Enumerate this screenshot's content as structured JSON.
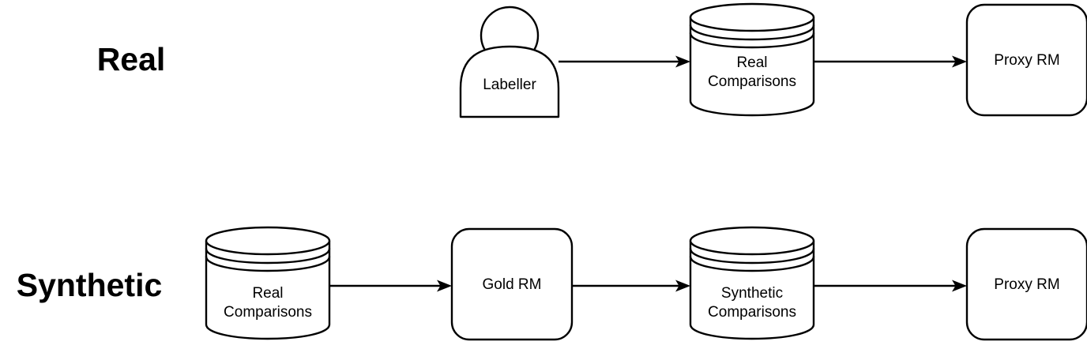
{
  "diagram": {
    "title_rows": [
      {
        "id": "row-real",
        "label": "Real"
      },
      {
        "id": "row-synthetic",
        "label": "Synthetic"
      }
    ],
    "colors": {
      "stroke": "#000000",
      "fill": "#ffffff",
      "background": "#ffffff"
    },
    "rows": {
      "real": {
        "label": "Real",
        "nodes": [
          {
            "id": "labeller",
            "type": "actor",
            "label": "Labeller"
          },
          {
            "id": "real-comparisons-top",
            "type": "cylinder",
            "label_line1": "Real",
            "label_line2": "Comparisons"
          },
          {
            "id": "proxy-rm-top",
            "type": "rounded-box",
            "label": "Proxy RM"
          }
        ],
        "edges": [
          {
            "id": "edge-labeller-to-real-comparisons",
            "from": "labeller",
            "to": "real-comparisons-top"
          },
          {
            "id": "edge-real-comparisons-to-proxy-rm",
            "from": "real-comparisons-top",
            "to": "proxy-rm-top"
          }
        ]
      },
      "synthetic": {
        "label": "Synthetic",
        "nodes": [
          {
            "id": "real-comparisons-bottom",
            "type": "cylinder",
            "label_line1": "Real",
            "label_line2": "Comparisons"
          },
          {
            "id": "gold-rm",
            "type": "rounded-box",
            "label": "Gold RM"
          },
          {
            "id": "synthetic-comparisons",
            "type": "cylinder",
            "label_line1": "Synthetic",
            "label_line2": "Comparisons"
          },
          {
            "id": "proxy-rm-bottom",
            "type": "rounded-box",
            "label": "Proxy RM"
          }
        ],
        "edges": [
          {
            "id": "edge-real-comparisons-to-gold-rm",
            "from": "real-comparisons-bottom",
            "to": "gold-rm"
          },
          {
            "id": "edge-gold-rm-to-synthetic-comparisons",
            "from": "gold-rm",
            "to": "synthetic-comparisons"
          },
          {
            "id": "edge-synthetic-comparisons-to-proxy-rm",
            "from": "synthetic-comparisons",
            "to": "proxy-rm-bottom"
          }
        ]
      }
    }
  }
}
